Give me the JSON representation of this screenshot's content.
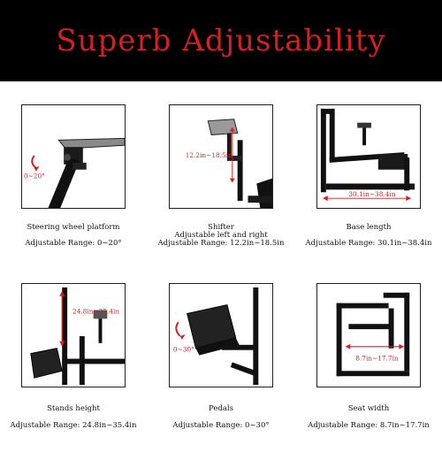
{
  "banner": {
    "title": "Superb Adjustability"
  },
  "colors": {
    "banner_bg": "#000000",
    "title_red": "#d42020",
    "frame": "#111111"
  },
  "items": [
    {
      "title": "Steering wheel platform",
      "subtitle": "",
      "range_label": "Adjustable Range:",
      "range_value": "0~20°",
      "annotation": "0~20°"
    },
    {
      "title": "Shifter",
      "subtitle": "Adjustable left and right",
      "range_label": "Adjustable Range:",
      "range_value": "12.2in~18.5in",
      "annotation": "12.2in~18.5in"
    },
    {
      "title": "Base length",
      "subtitle": "",
      "range_label": "Adjustable Range:",
      "range_value": "30.1in~38.4in",
      "annotation": "30.1in~38.4in"
    },
    {
      "title": "Stands height",
      "subtitle": "",
      "range_label": "Adjustable Range:",
      "range_value": "24.8in~35.4in",
      "annotation": "24.8in~35.4in"
    },
    {
      "title": "Pedals",
      "subtitle": "",
      "range_label": "Adjustable Range:",
      "range_value": "0~30°",
      "annotation": "0~30°"
    },
    {
      "title": "Seat width",
      "subtitle": "",
      "range_label": "Adjustable Range:",
      "range_value": "8.7in~17.7in",
      "annotation": "8.7in~17.7in"
    }
  ]
}
